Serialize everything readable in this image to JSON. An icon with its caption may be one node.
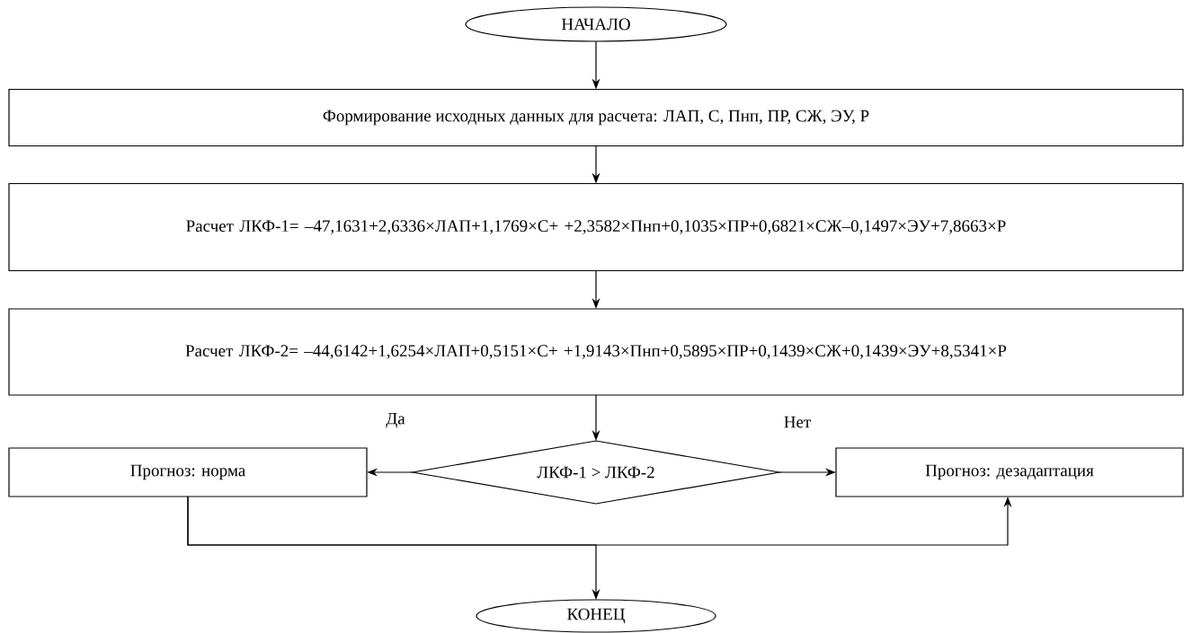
{
  "diagram": {
    "nodes": [
      {
        "text": [
          "НАЧАЛО"
        ]
      },
      {
        "text": [
          "Формирование исходных данных для расчета: ЛАП, С, Пнп, ПР, СЖ, ЭУ, Р"
        ]
      },
      {
        "text": [
          "Расчет ЛКФ-1= –47,1631+2,6336×ЛАП+1,1769×С+ +2,3582×Пнп+0,1035×ПР+0,6821×СЖ–0,1497×ЭУ+7,8663×Р"
        ]
      },
      {
        "text": [
          "Расчет ЛКФ-2= –44,6142+1,6254×ЛАП+0,5151×С+ +1,9143×Пнп+0,5895×ПР+0,1439×СЖ+0,1439×ЭУ+8,5341×Р"
        ]
      },
      {
        "text": [
          "ЛКФ-1 > ЛКФ-2"
        ]
      },
      {
        "text": [
          "Прогноз: норма"
        ]
      },
      {
        "text": [
          "Прогноз: дезадаптация"
        ]
      },
      {
        "text": [
          "КОНЕЦ"
        ]
      }
    ],
    "edges": [
      {
        "from": 0,
        "to": 1,
        "arrow": "to"
      },
      {
        "from": 1,
        "to": 2,
        "arrow": "to"
      },
      {
        "from": 2,
        "to": 3,
        "arrow": "to"
      },
      {
        "from": 3,
        "to": 4,
        "arrow": "to"
      },
      {
        "from": 4,
        "to": 5,
        "arrow": "to",
        "label": "Да"
      },
      {
        "from": 4,
        "to": 6,
        "arrow": "to",
        "label": "Нет"
      },
      {
        "from": 5,
        "to": 6,
        "arrow": "to"
      },
      {
        "from": 5,
        "to": 7,
        "arrow": "to"
      }
    ]
  }
}
